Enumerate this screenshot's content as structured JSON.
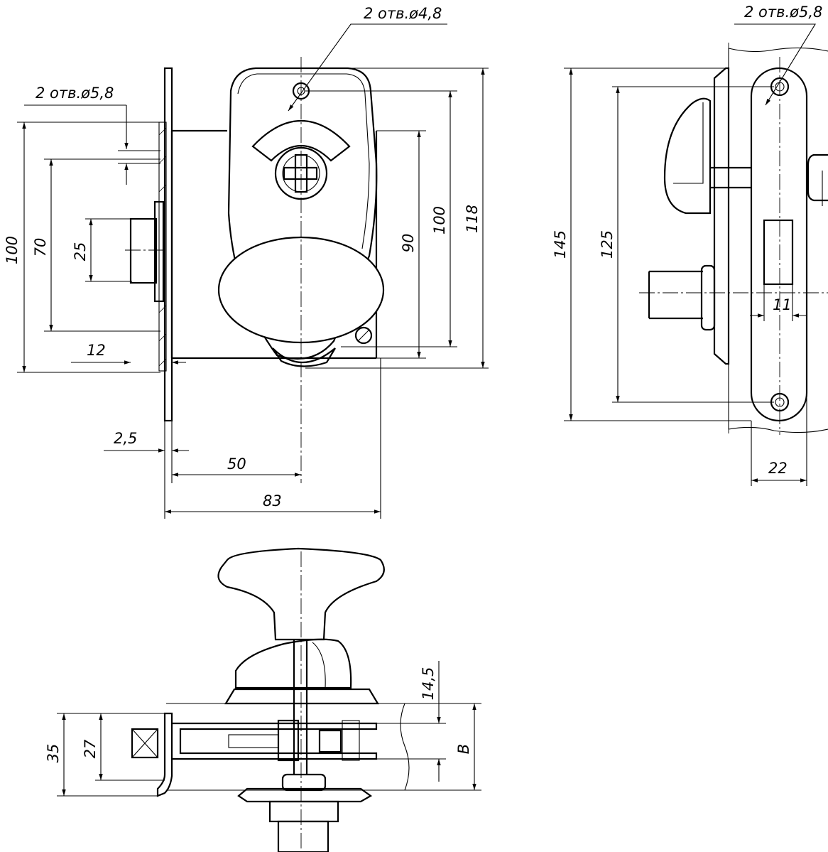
{
  "front_view": {
    "callout_hole_small": "2 отв.ø4,8",
    "callout_hole_large": "2 отв.ø5,8",
    "dim_100_left": "100",
    "dim_70": "70",
    "dim_25": "25",
    "dim_12": "12",
    "dim_90": "90",
    "dim_100_right": "100",
    "dim_118": "118",
    "dim_2_5": "2,5",
    "dim_50": "50",
    "dim_83": "83"
  },
  "side_view": {
    "callout_hole": "2 отв.ø5,8",
    "dim_145": "145",
    "dim_125": "125",
    "dim_11": "11",
    "dim_22": "22"
  },
  "top_view": {
    "dim_14_5": "14,5",
    "dim_35": "35",
    "dim_27": "27",
    "dim_b": "B"
  }
}
